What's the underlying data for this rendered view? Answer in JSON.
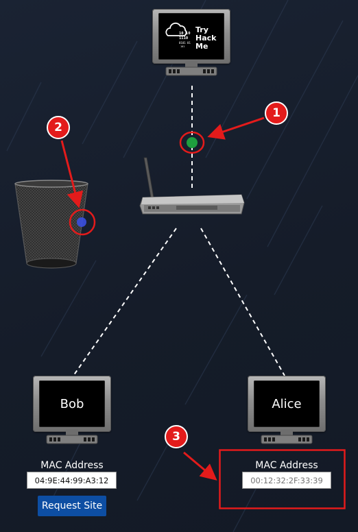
{
  "server": {
    "logo_lines": [
      "Try",
      "Hack",
      "Me"
    ],
    "logo_binary": [
      "10 10",
      "1110",
      "0101 01",
      "101"
    ]
  },
  "bob": {
    "name": "Bob",
    "mac_label": "MAC Address",
    "mac_value": "04:9E:44:99:A3:12",
    "request_button": "Request Site"
  },
  "alice": {
    "name": "Alice",
    "mac_label": "MAC Address",
    "mac_placeholder": "00:12:32:2F:33:39"
  },
  "annotations": {
    "badge_1": "1",
    "badge_2": "2",
    "badge_3": "3"
  },
  "colors": {
    "background": "#161e2b",
    "annotation_red": "#e31b1b",
    "button_blue": "#0d4ea3",
    "packet_green": "#1e9e3e",
    "packet_blue": "#3a4fe0",
    "connection_line": "#ffffff"
  }
}
